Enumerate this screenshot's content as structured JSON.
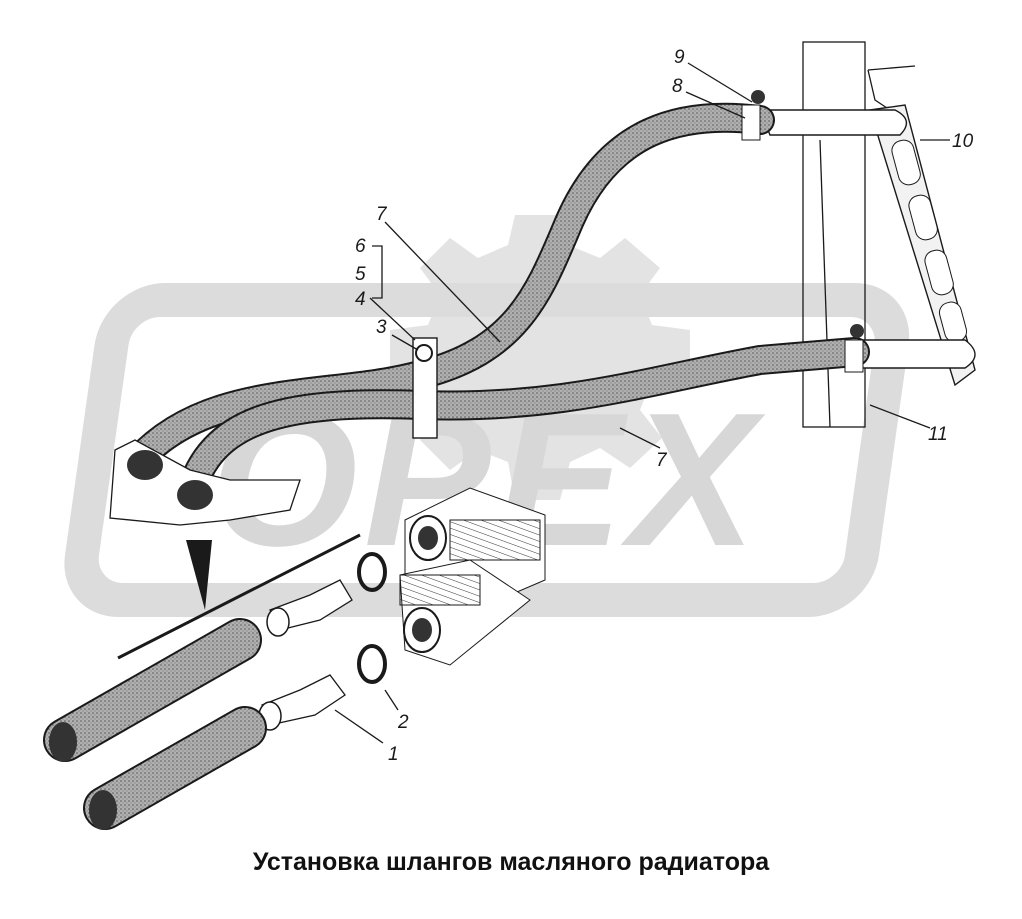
{
  "caption": "Установка шлангов масляного радиатора",
  "watermark": {
    "text": "OPEX",
    "color": "#d9d9d9"
  },
  "callouts": [
    {
      "id": "c1",
      "label": "1"
    },
    {
      "id": "c2",
      "label": "2"
    },
    {
      "id": "c3",
      "label": "3"
    },
    {
      "id": "c4",
      "label": "4"
    },
    {
      "id": "c5",
      "label": "5"
    },
    {
      "id": "c6",
      "label": "6"
    },
    {
      "id": "c7a",
      "label": "7"
    },
    {
      "id": "c7b",
      "label": "7"
    },
    {
      "id": "c8",
      "label": "8"
    },
    {
      "id": "c9",
      "label": "9"
    },
    {
      "id": "c10",
      "label": "10"
    },
    {
      "id": "c11",
      "label": "11"
    }
  ],
  "colors": {
    "line": "#1a1a1a",
    "hose_fill": "#9a9a9a",
    "background": "#ffffff"
  }
}
